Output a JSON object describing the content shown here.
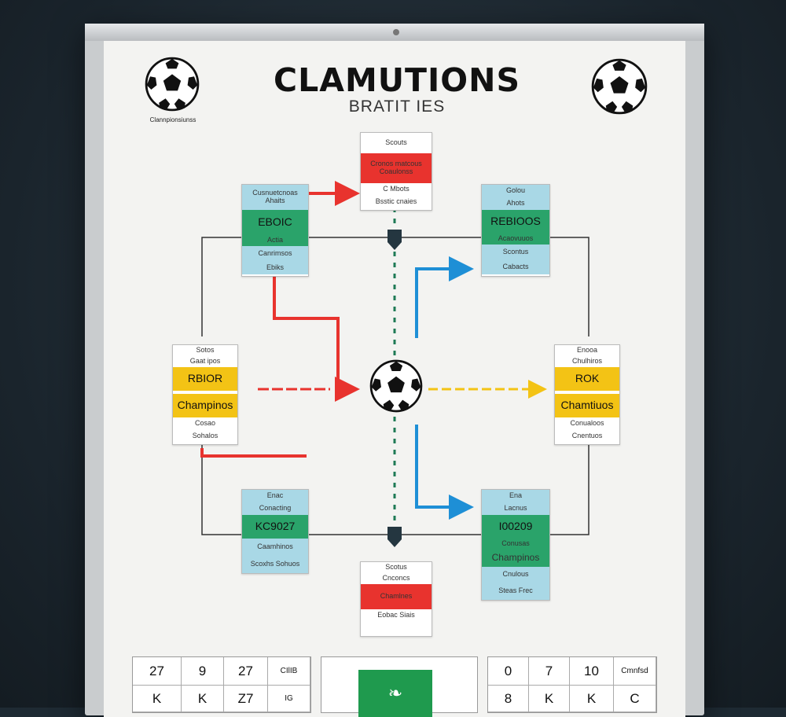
{
  "header": {
    "title": "CLAMUTIONS",
    "subtitle": "BRATIT IES",
    "corner_caption": "Clannpionsiunss"
  },
  "cards": {
    "top_center": {
      "r1": "Scouts",
      "r2": "Cronos matcous Coaulonss",
      "r3": "C Mbots",
      "r4": "Bsstic cnaies"
    },
    "left_upper": {
      "r1": "Cusnuetcnoas Ahaits",
      "r2": "EBOIC",
      "r3": "Actia",
      "r4": "Canrimsos",
      "r5": "Ebiks"
    },
    "right_upper": {
      "r1": "Golou",
      "r2": "Ahots",
      "r3": "REBIOOS",
      "r4": "Acaovuuos",
      "r5": "Scontus",
      "r6": "Cabacts"
    },
    "left_mid": {
      "r1": "Sotos",
      "r2": "Gaat ipos",
      "r3": "RBIOR",
      "r4": "Champinos",
      "r5": "Cosao",
      "r6": "Sohalos"
    },
    "right_mid": {
      "r1": "Enooa",
      "r2": "Chulhiros",
      "r3": "ROK",
      "r4": "Chamtiuos",
      "r5": "Conualoos",
      "r6": "Cnentuos"
    },
    "left_lower": {
      "r1": "Enac",
      "r2": "Conacting",
      "r3": "KC9027",
      "r4": "Caamhinos",
      "r5": "Scoxhs Sohuos"
    },
    "right_lower": {
      "r1": "Ena",
      "r2": "Lacnus",
      "r3": "I00209",
      "r4": "Conusas",
      "r5": "Champinos",
      "r6": "Cnulous",
      "r7": "Steas Frec"
    },
    "bottom_center": {
      "r1": "Scotus",
      "r2": "Cnconcs",
      "r3": "Chamlnes",
      "r4": "Eobac Siais"
    }
  },
  "score_tables": {
    "left": [
      [
        "27",
        "9",
        "27",
        "CIlIB"
      ],
      [
        "K",
        "K",
        "Z7",
        "IG"
      ]
    ],
    "right": [
      [
        "0",
        "7",
        "10",
        "Cmnfsd"
      ],
      [
        "8",
        "K",
        "K",
        "C"
      ]
    ]
  },
  "icons": [
    "soccer-ball-icon",
    "soccer-ball-icon",
    "soccer-ball-icon",
    "club-crest-icon"
  ],
  "colors": {
    "red": "#e8332e",
    "blue": "#1e8fd6",
    "yellow": "#f3c315",
    "green": "#2aa36a",
    "light_blue": "#a9d8e6"
  }
}
